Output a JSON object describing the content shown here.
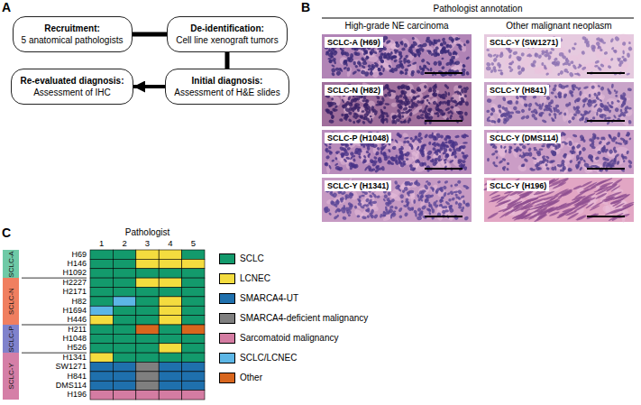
{
  "diagram": {
    "nodes": [
      {
        "text": [
          "Recruitment:",
          "5 anatomical pathologists"
        ]
      },
      {
        "text": [
          "De-identification:",
          "Cell line xenograft tumors"
        ]
      },
      {
        "text": [
          "Re-evaluated diagnosis:",
          "Assessment of IHC"
        ]
      },
      {
        "text": [
          "Initial diagnosis:",
          "Assessment of H&E slides"
        ]
      },
      {
        "text": [
          "SCLC-A (H69)"
        ]
      },
      {
        "text": [
          "SCLC-Y (SW1271)"
        ]
      },
      {
        "text": [
          "SCLC-N (H82)"
        ]
      },
      {
        "text": [
          "SCLC-Y (H841)"
        ]
      },
      {
        "text": [
          "SCLC-P (H1048)"
        ]
      },
      {
        "text": [
          "SCLC-Y (DMS114)"
        ]
      },
      {
        "text": [
          "SCLC-Y (H1341)"
        ]
      },
      {
        "text": [
          "SCLC-Y (H196)"
        ]
      },
      {
        "text": [
          "SCLC-A"
        ]
      },
      {
        "text": [
          "SCLC-N"
        ]
      },
      {
        "text": [
          "SCLC-P"
        ]
      },
      {
        "text": [
          "SCLC-Y"
        ]
      }
    ],
    "edges": [
      {
        "from": 0,
        "to": 1,
        "arrow": "none"
      },
      {
        "from": 1,
        "to": 3,
        "arrow": "none"
      },
      {
        "from": 3,
        "to": 2,
        "arrow": "to"
      }
    ],
    "labels": [
      "A",
      "B",
      "Pathologist annotation",
      "High-grade NE carcinoma",
      "Other malignant neoplasm",
      "C",
      "Pathologist",
      "1",
      "2",
      "3",
      "4",
      "5",
      "H69",
      "H146",
      "H1092",
      "H2227",
      "H2171",
      "H82",
      "H1694",
      "H446",
      "H211",
      "H1048",
      "H526",
      "H1341",
      "SW1271",
      "H841",
      "DMS114",
      "H196"
    ],
    "legend": [
      {
        "text": "SCLC",
        "color": "#139a6c"
      },
      {
        "text": "LCNEC",
        "color": "#f4dc3f"
      },
      {
        "text": "SMARCA4-UT",
        "color": "#1f70ad"
      },
      {
        "text": "SMARCA4-deficient malignancy",
        "color": "#7f7f7f"
      },
      {
        "text": "Sarcomatoid malignancy",
        "color": "#d47ca2"
      },
      {
        "text": "SCLC/LCNEC",
        "color": "#5cb6e6"
      },
      {
        "text": "Other",
        "color": "#d8661e"
      }
    ]
  }
}
